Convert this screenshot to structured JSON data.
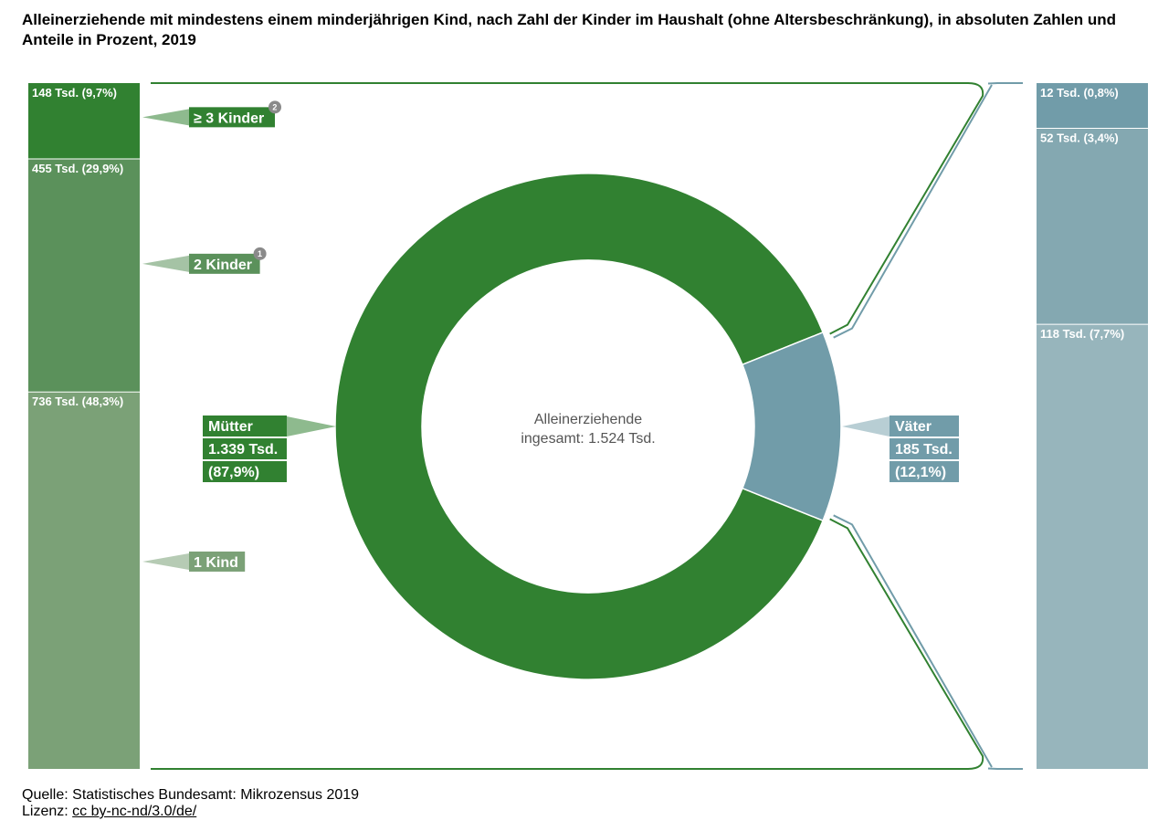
{
  "title": "Alleinerziehende mit mindestens einem minderjährigen Kind, nach Zahl der Kinder im Haushalt (ohne Altersbeschränkung), in absoluten Zahlen und Anteile in Prozent, 2019",
  "center_label": [
    "Alleinerziehende",
    "ingesamt: 1.524 Tsd."
  ],
  "footer": {
    "source": "Quelle: Statistisches Bundesamt: Mikrozensus 2019",
    "license_prefix": "Lizenz: ",
    "license_link": "cc by-nc-nd/3.0/de/"
  },
  "colors": {
    "mothers": "#318131",
    "fathers": "#719ca9",
    "kids3_m": "#318131",
    "kids2_m": "#5b915b",
    "kids1_m": "#7ba177",
    "kids1_f": "#7ea6af",
    "kids2_f": "#84a8b1",
    "kids3_f": "#97b5bc"
  },
  "chart_data": {
    "type": "pie",
    "donut": true,
    "total": 1524,
    "unit": "Tsd.",
    "slices": [
      {
        "name": "Mütter",
        "value": 1339,
        "value_label": "1.339 Tsd.",
        "pct_label": "(87,9%)",
        "color": "#318131"
      },
      {
        "name": "Väter",
        "value": 185,
        "value_label": "185 Tsd.",
        "pct_label": "(12,1%)",
        "color": "#719ca9"
      }
    ],
    "mothers_breakdown": [
      {
        "value": 148,
        "label": "148 Tsd. (9,7%)",
        "category": "≥ 3 Kinder",
        "badge": "2",
        "color": "#318131"
      },
      {
        "value": 455,
        "label": "455 Tsd. (29,9%)",
        "category": "2 Kinder",
        "badge": "1",
        "color": "#5b915b"
      },
      {
        "value": 736,
        "label": "736 Tsd. (48,3%)",
        "category": "1 Kind",
        "badge": "",
        "color": "#7ba177"
      }
    ],
    "fathers_breakdown": [
      {
        "value": 12,
        "label": "12 Tsd. (0,8%)",
        "color": "#719ca9"
      },
      {
        "value": 52,
        "label": "52 Tsd. (3,4%)",
        "color": "#84a8b1"
      },
      {
        "value": 118,
        "label": "118 Tsd. (7,7%)",
        "color": "#97b5bc"
      }
    ]
  }
}
